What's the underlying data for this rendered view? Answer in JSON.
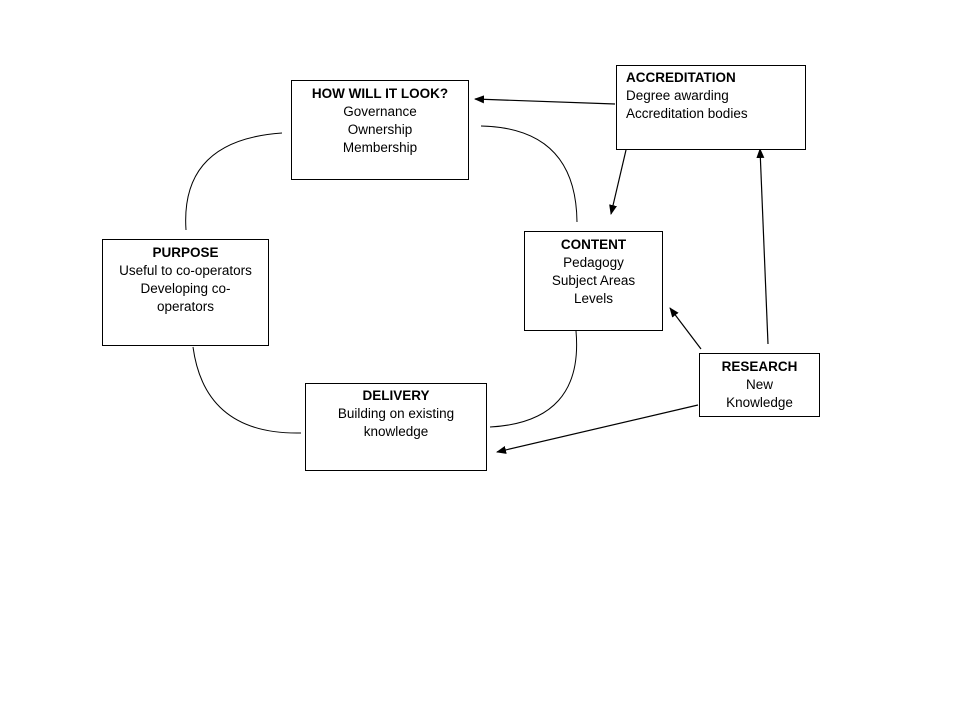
{
  "boxes": {
    "how_will_it_look": {
      "title": "HOW WILL IT LOOK?",
      "lines": [
        "Governance",
        "Ownership",
        "Membership"
      ]
    },
    "accreditation": {
      "title": "ACCREDITATION",
      "lines": [
        "Degree awarding",
        "Accreditation bodies"
      ]
    },
    "purpose": {
      "title": "PURPOSE",
      "lines": [
        "Useful to co-operators",
        "Developing co-",
        "operators"
      ]
    },
    "content": {
      "title": "CONTENT",
      "lines": [
        "Pedagogy",
        "Subject Areas",
        "Levels"
      ]
    },
    "research": {
      "title": "RESEARCH",
      "lines": [
        "New",
        "Knowledge"
      ]
    },
    "delivery": {
      "title": "DELIVERY",
      "lines": [
        "Building on existing",
        "knowledge"
      ]
    }
  },
  "colors": {
    "stroke": "#000000",
    "background": "#ffffff"
  }
}
